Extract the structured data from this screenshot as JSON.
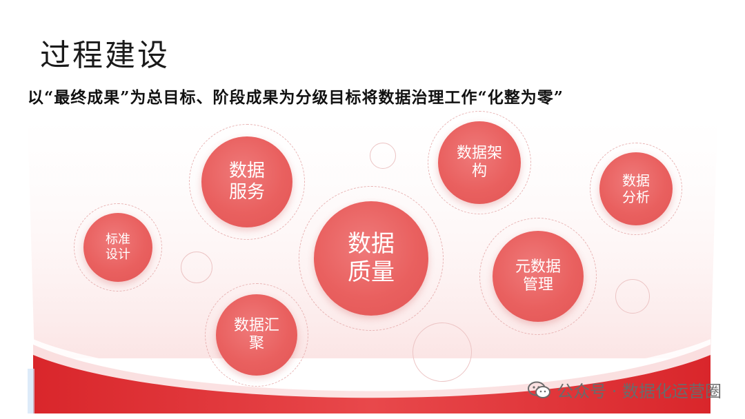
{
  "title": "过程建设",
  "subtitle": "以“最终成果”为总目标、阶段成果为分级目标将数据治理工作“化整为零”",
  "bubbles": {
    "service": "数据\n服务",
    "architecture": "数据架\n构",
    "analysis": "数据\n分析",
    "standard": "标准\n设计",
    "quality": "数据\n质量",
    "metadata": "元数据\n管理",
    "aggregation": "数据汇\n聚"
  },
  "watermark": "公众号 · 数据化运营圈",
  "colors": {
    "bubble": "#e9605f",
    "accent_red": "#d7262b",
    "ring": "#e8b3b3"
  }
}
